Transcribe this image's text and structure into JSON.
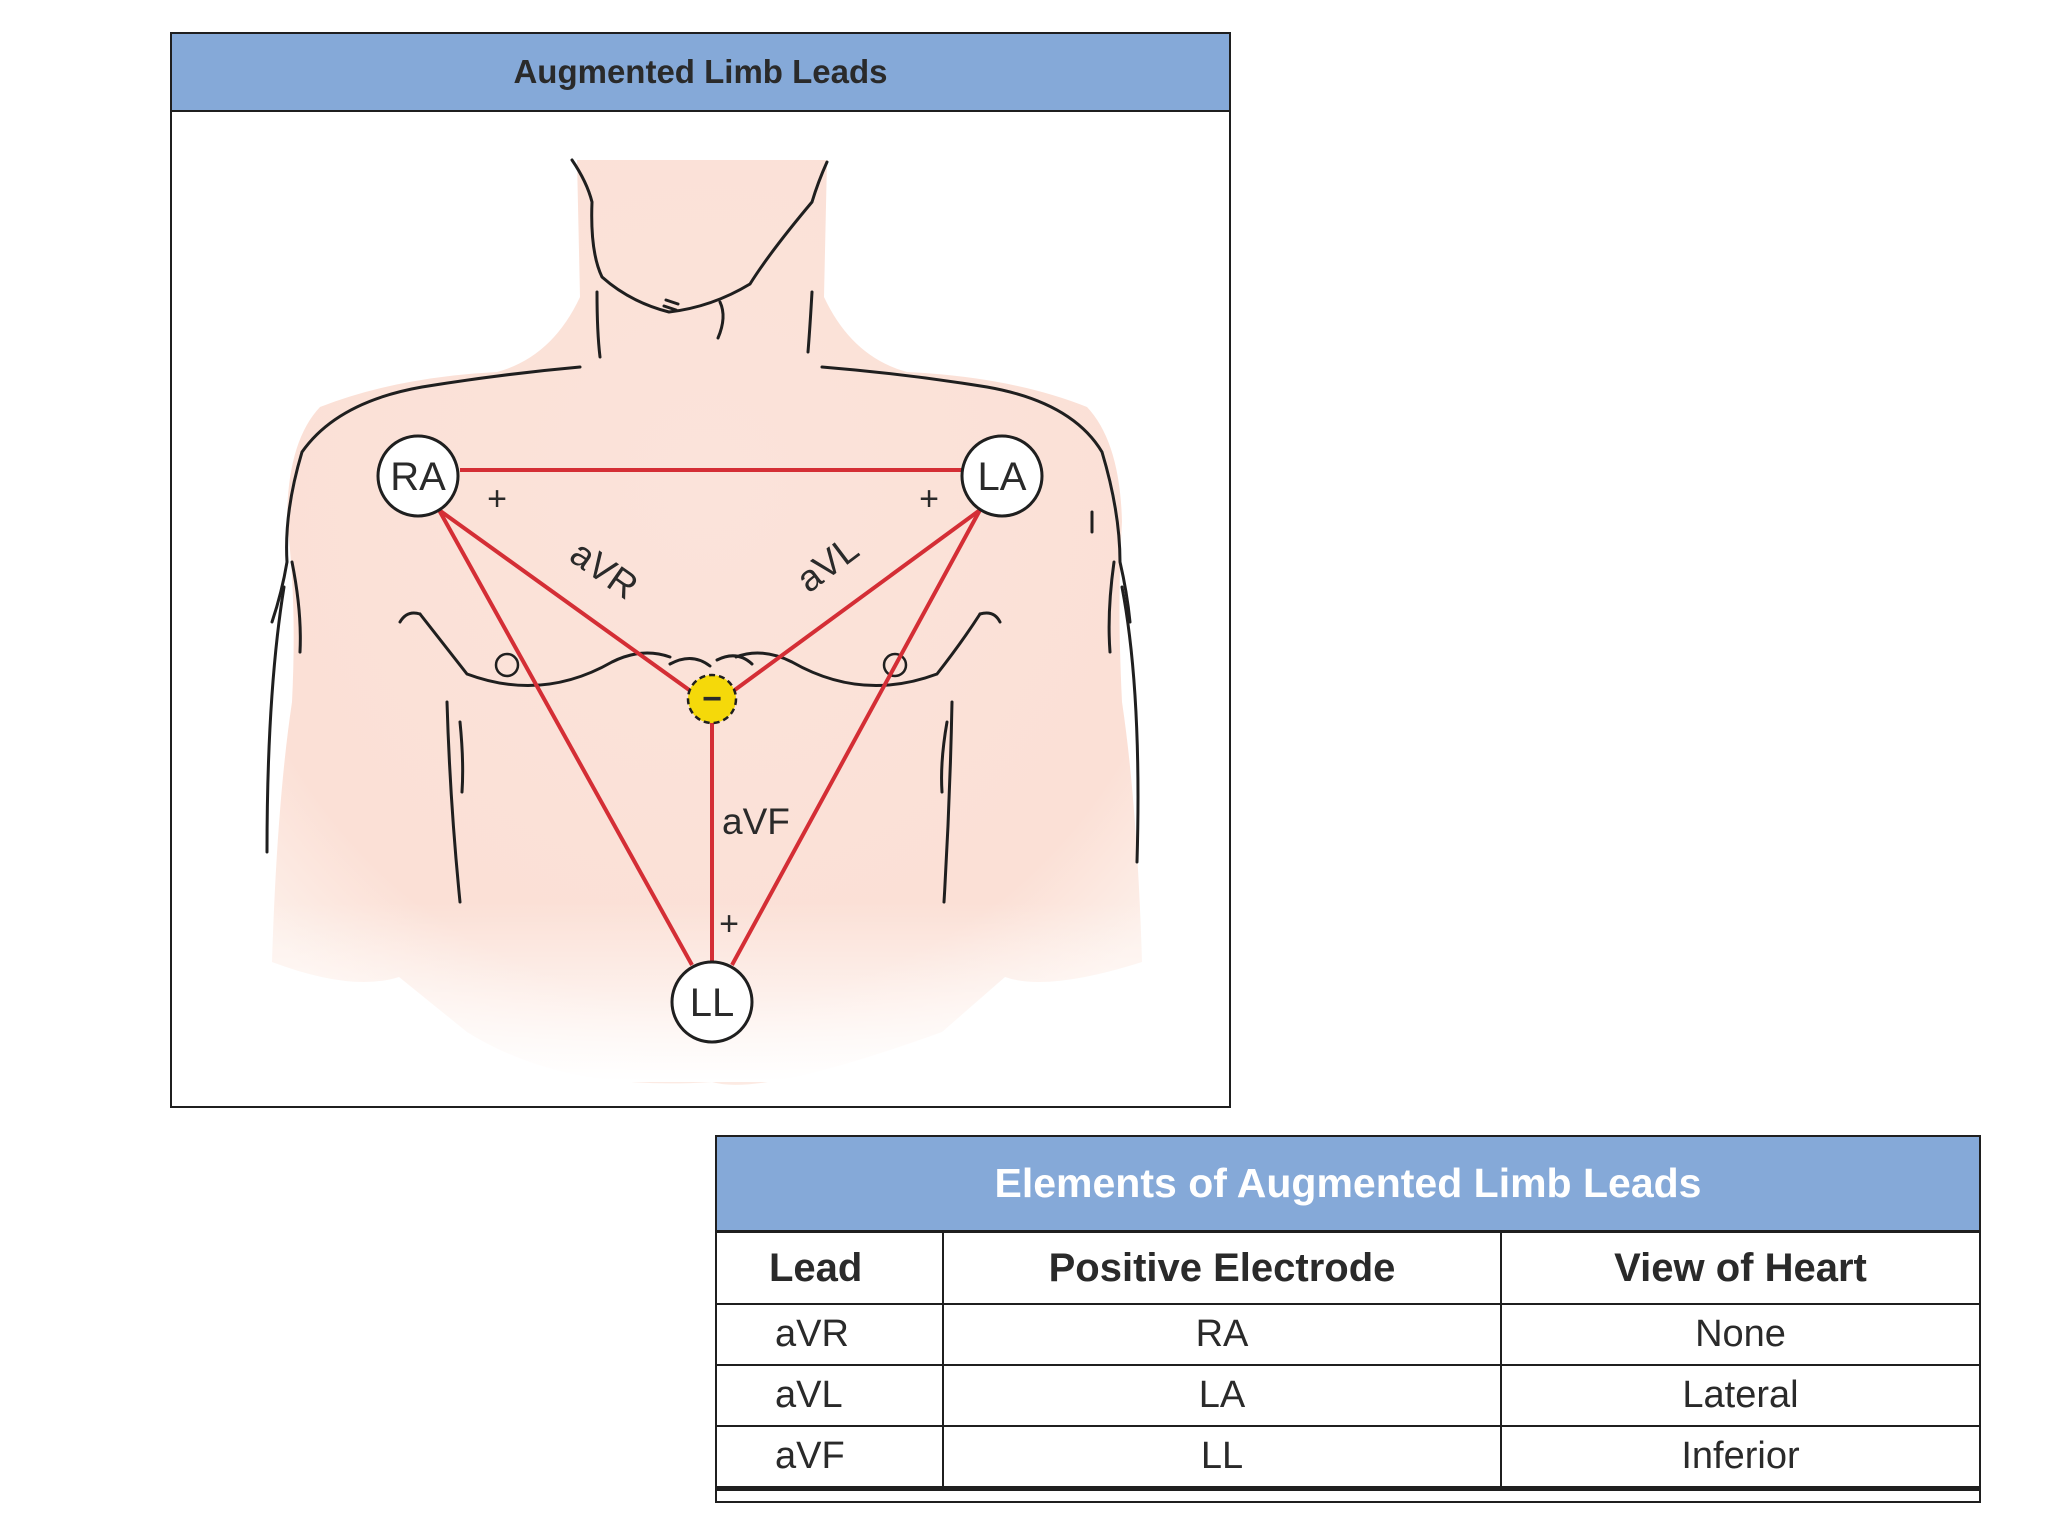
{
  "figure": {
    "title": "Augmented Limb Leads",
    "electrodes": {
      "ra": "RA",
      "la": "LA",
      "ll": "LL"
    },
    "lead_labels": {
      "avr": "aVR",
      "avl": "aVL",
      "avf": "aVF"
    },
    "polarity": {
      "positive": "+",
      "negative": "−"
    },
    "colors": {
      "lead_line": "#d42e35",
      "skin": "#fbe0d6",
      "negative_marker": "#f5d90a",
      "header": "#85a9d8"
    }
  },
  "table": {
    "title": "Elements of Augmented Limb Leads",
    "columns": [
      "Lead",
      "Positive Electrode",
      "View of Heart"
    ],
    "rows": [
      [
        "aVR",
        "RA",
        "None"
      ],
      [
        "aVL",
        "LA",
        "Lateral"
      ],
      [
        "aVF",
        "LL",
        "Inferior"
      ]
    ]
  }
}
